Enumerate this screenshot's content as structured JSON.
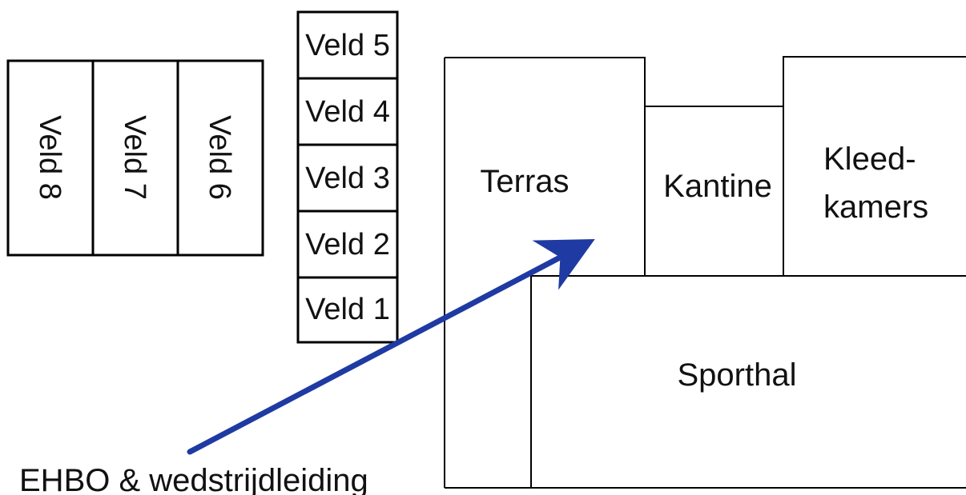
{
  "fields_vertical": [
    {
      "label": "Veld 5"
    },
    {
      "label": "Veld 4"
    },
    {
      "label": "Veld 3"
    },
    {
      "label": "Veld 2"
    },
    {
      "label": "Veld 1"
    }
  ],
  "fields_rotated": [
    {
      "label": "Veld 8"
    },
    {
      "label": "Veld 7"
    },
    {
      "label": "Veld 6"
    }
  ],
  "areas": {
    "terras": "Terras",
    "kantine": "Kantine",
    "kleedkamers_line1": "Kleed-",
    "kleedkamers_line2": "kamers",
    "sporthal": "Sporthal"
  },
  "pointer": {
    "label": "EHBO & wedstrijdleiding",
    "color": "#1f3aa3"
  }
}
